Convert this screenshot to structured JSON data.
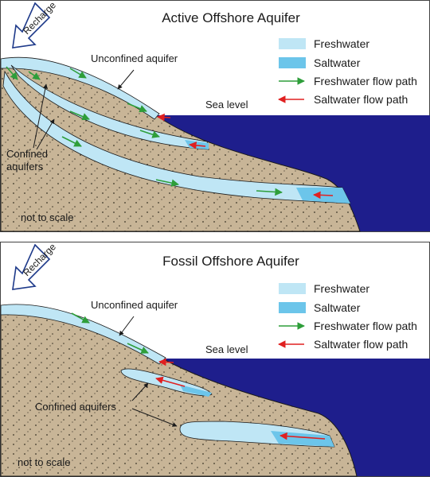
{
  "colors": {
    "sediment": "#c8b597",
    "freshwater": "#bfe6f5",
    "saltwater": "#6cc5ea",
    "sea": "#1e1e8c",
    "fresh_flow": "#2e9e3a",
    "salt_flow": "#e02020",
    "outline": "#1a1a1a"
  },
  "panels": [
    {
      "title": "Active Offshore Aquifer",
      "recharge": "Recharge",
      "sea_level": "Sea level",
      "unconfined_label": "Unconfined aquifer",
      "confined_label_line1": "Confined",
      "confined_label_line2": "aquifers",
      "scale_note": "not to scale",
      "legend": {
        "freshwater": "Freshwater",
        "saltwater": "Saltwater",
        "freshwater_flow": "Freshwater flow path",
        "saltwater_flow": "Saltwater flow path"
      }
    },
    {
      "title": "Fossil Offshore Aquifer",
      "recharge": "Recharge",
      "sea_level": "Sea level",
      "unconfined_label": "Unconfined aquifer",
      "confined_label": "Confined aquifers",
      "scale_note": "not to scale",
      "legend": {
        "freshwater": "Freshwater",
        "saltwater": "Saltwater",
        "freshwater_flow": "Freshwater flow path",
        "saltwater_flow": "Saltwater flow path"
      }
    }
  ]
}
